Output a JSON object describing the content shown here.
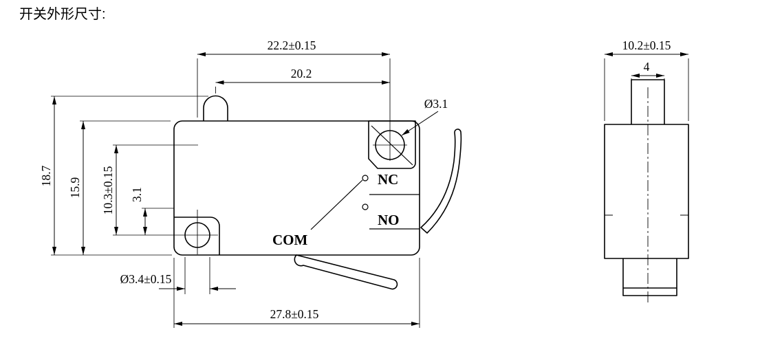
{
  "title": "开关外形尺寸:",
  "front_view": {
    "dims": {
      "width_holes": "22.2±0.15",
      "width_plunger_to_hole": "20.2",
      "hole_top_dia": "Ø3.1",
      "height_total": "18.7",
      "height_body": "15.9",
      "height_hole_spacing": "10.3±0.15",
      "height_offset": "3.1",
      "hole_bottom_dia": "Ø3.4±0.15",
      "width_body": "27.8±0.15"
    },
    "labels": {
      "nc": "NC",
      "no": "NO",
      "com": "COM"
    }
  },
  "side_view": {
    "dims": {
      "width_body": "10.2±0.15",
      "width_plunger": "4"
    }
  },
  "colors": {
    "line": "#000000",
    "background": "#ffffff"
  }
}
